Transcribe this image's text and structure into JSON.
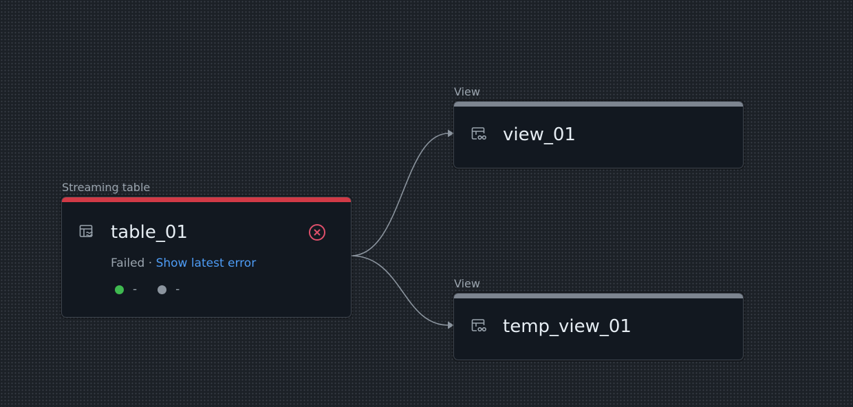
{
  "graph": {
    "nodes": [
      {
        "id": "table_01",
        "type_label": "Streaming table",
        "title": "table_01",
        "icon": "streaming-table-icon",
        "accent_color": "#d13a46",
        "status": {
          "text": "Failed",
          "separator": " · ",
          "link": "Show latest error"
        },
        "error_icon": "error-circle-icon",
        "metrics": [
          {
            "color": "#3fb950",
            "value": "-"
          },
          {
            "color": "#8b949e",
            "value": "-"
          }
        ]
      },
      {
        "id": "view_01",
        "type_label": "View",
        "title": "view_01",
        "icon": "view-icon",
        "accent_color": "#7d8590"
      },
      {
        "id": "temp_view_01",
        "type_label": "View",
        "title": "temp_view_01",
        "icon": "view-icon",
        "accent_color": "#7d8590"
      }
    ],
    "edges": [
      {
        "from": "table_01",
        "to": "view_01"
      },
      {
        "from": "table_01",
        "to": "temp_view_01"
      }
    ],
    "colors": {
      "background": "#1c2127",
      "node_background": "#121820",
      "edge": "#8b949e",
      "link": "#4e9cf5",
      "error": "#e0506b"
    }
  }
}
